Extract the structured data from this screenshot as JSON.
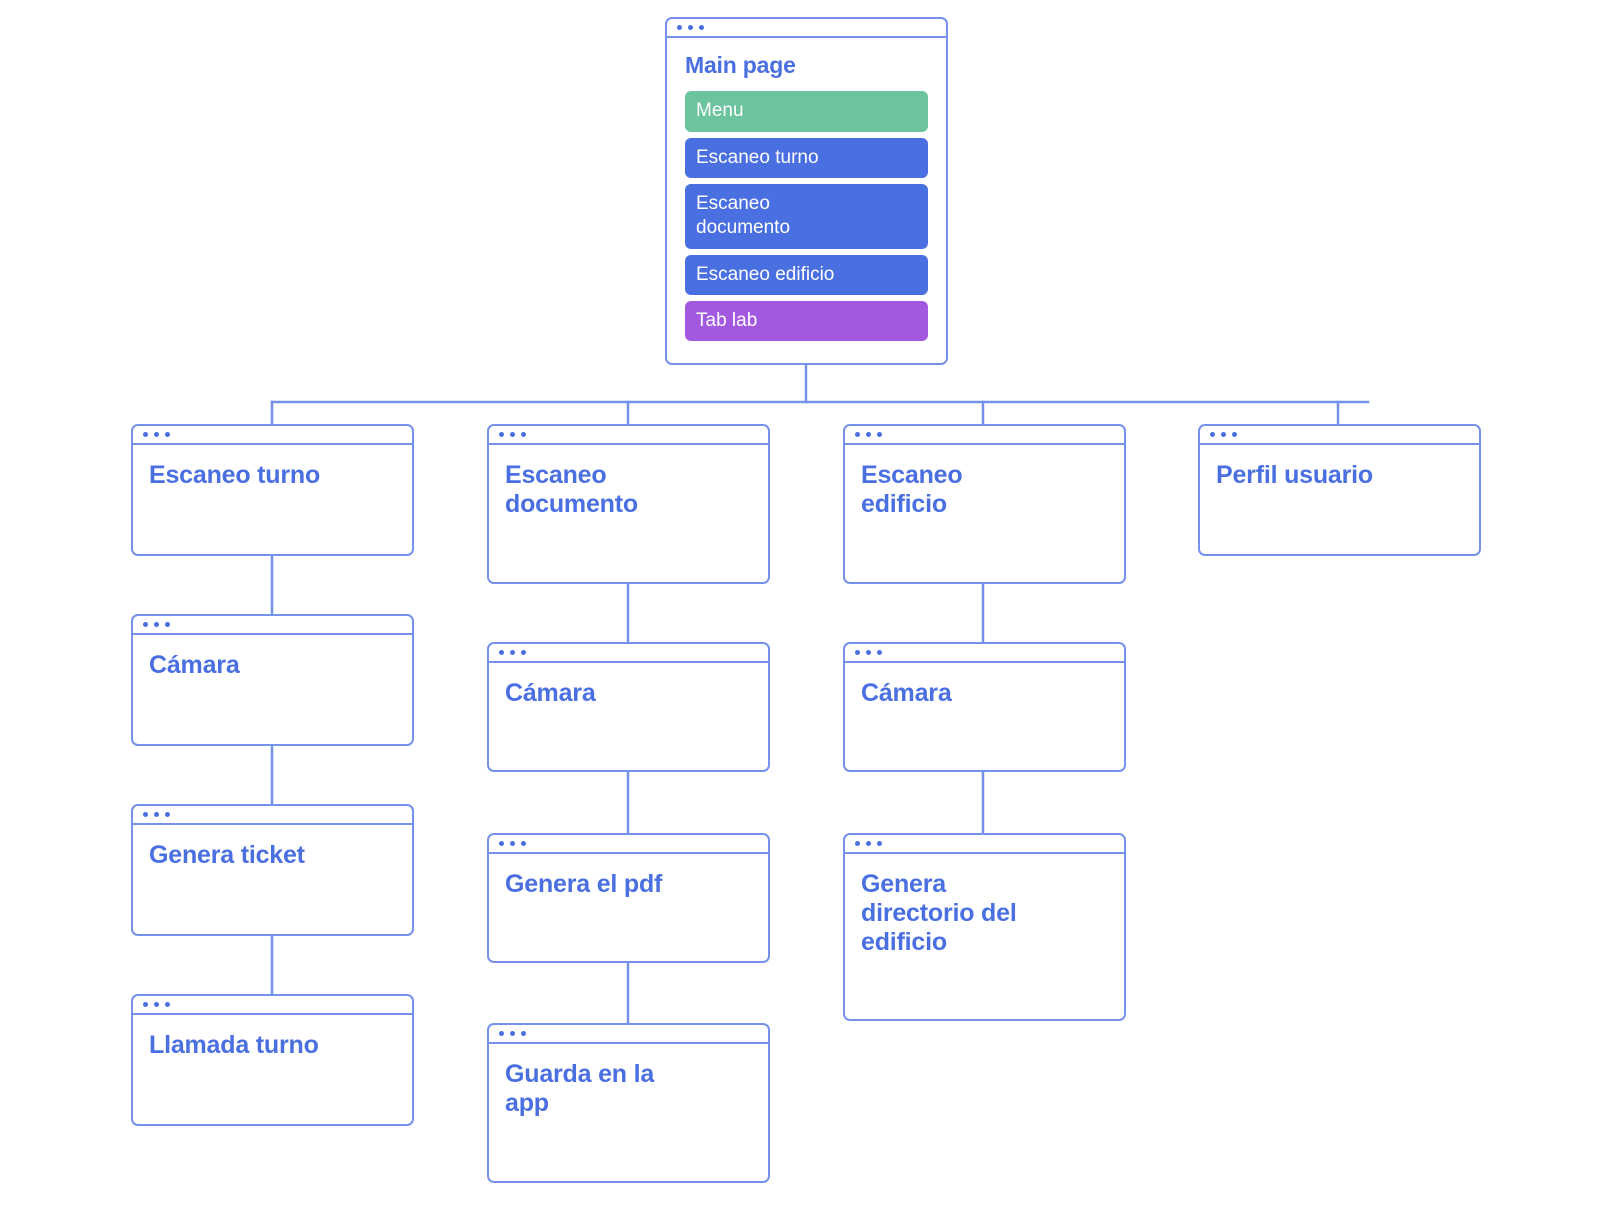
{
  "diagram": {
    "type": "sitemap",
    "background": "#ffffff",
    "accent": "#4a6fe0",
    "border_color": "#7591ea",
    "connector_color": "#7591ea"
  },
  "root": {
    "id": "main-page",
    "title": "Main page",
    "menu_items": [
      {
        "label": "Menu",
        "color": "#6bc49e"
      },
      {
        "label": "Escaneo turno",
        "color": "#4a6fe0"
      },
      {
        "label": "Escaneo\ndocumento",
        "color": "#4a6fe0"
      },
      {
        "label": "Escaneo edificio",
        "color": "#4a6fe0"
      },
      {
        "label": "Tab lab",
        "color": "#a259e0"
      }
    ]
  },
  "columns": [
    {
      "id": "col-escaneo-turno",
      "cards": [
        {
          "id": "escaneo-turno",
          "title": "Escaneo turno"
        },
        {
          "id": "camara-turno",
          "title": "Cámara"
        },
        {
          "id": "genera-ticket",
          "title": "Genera ticket"
        },
        {
          "id": "llamada-turno",
          "title": "Llamada turno"
        }
      ]
    },
    {
      "id": "col-escaneo-documento",
      "cards": [
        {
          "id": "escaneo-documento",
          "title": "Escaneo\ndocumento"
        },
        {
          "id": "camara-documento",
          "title": "Cámara"
        },
        {
          "id": "genera-el-pdf",
          "title": "Genera el pdf"
        },
        {
          "id": "guarda-en-la-app",
          "title": "Guarda en la\napp"
        }
      ]
    },
    {
      "id": "col-escaneo-edificio",
      "cards": [
        {
          "id": "escaneo-edificio",
          "title": "Escaneo\nedificio"
        },
        {
          "id": "camara-edificio",
          "title": "Cámara"
        },
        {
          "id": "genera-directorio",
          "title": "Genera\ndirectorio del\nedificio"
        }
      ]
    },
    {
      "id": "col-perfil-usuario",
      "cards": [
        {
          "id": "perfil-usuario",
          "title": "Perfil usuario"
        }
      ]
    }
  ],
  "icons": {
    "window_dot": "window-dot-icon"
  }
}
